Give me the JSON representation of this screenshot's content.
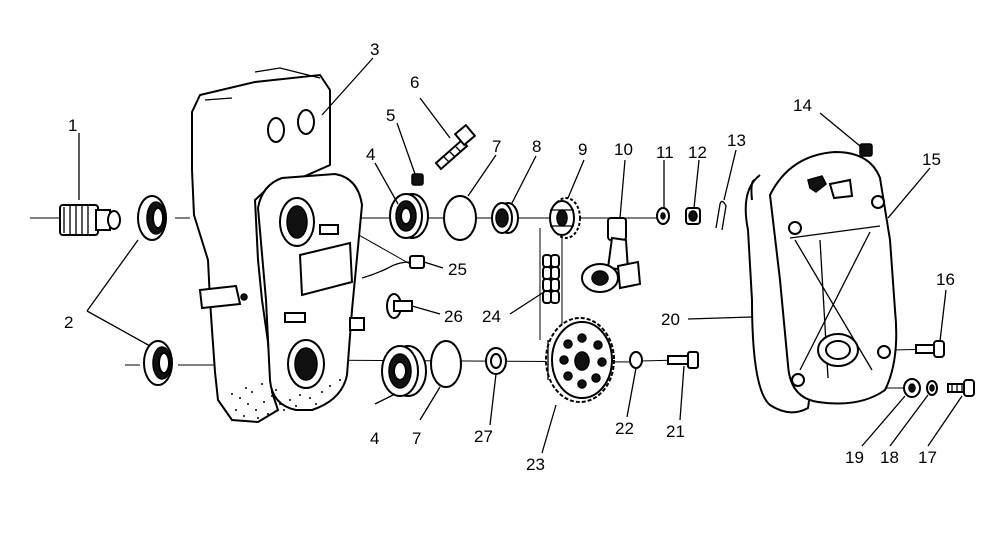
{
  "callouts": {
    "c1": "1",
    "c2": "2",
    "c3": "3",
    "c4a": "4",
    "c4b": "4",
    "c5": "5",
    "c6": "6",
    "c7a": "7",
    "c7b": "7",
    "c8": "8",
    "c9": "9",
    "c10": "10",
    "c11": "11",
    "c12": "12",
    "c13": "13",
    "c14": "14",
    "c15": "15",
    "c16": "16",
    "c17": "17",
    "c18": "18",
    "c19": "19",
    "c20": "20",
    "c21": "21",
    "c22": "22",
    "c23": "23",
    "c24": "24",
    "c25": "25",
    "c26": "26",
    "c27": "27"
  },
  "parts": [
    {
      "ref": "1",
      "icon": "input-shaft-icon"
    },
    {
      "ref": "2",
      "icon": "oil-seal-icon"
    },
    {
      "ref": "3",
      "icon": "chaincase-housing-icon"
    },
    {
      "ref": "4",
      "icon": "bearing-icon"
    },
    {
      "ref": "5",
      "icon": "nut-icon"
    },
    {
      "ref": "6",
      "icon": "bolt-icon"
    },
    {
      "ref": "7",
      "icon": "snap-ring-icon"
    },
    {
      "ref": "8",
      "icon": "bushing-icon"
    },
    {
      "ref": "9",
      "icon": "drive-sprocket-icon"
    },
    {
      "ref": "10",
      "icon": "chain-tensioner-icon"
    },
    {
      "ref": "11",
      "icon": "washer-icon"
    },
    {
      "ref": "12",
      "icon": "nut-icon"
    },
    {
      "ref": "13",
      "icon": "cotter-pin-icon"
    },
    {
      "ref": "14",
      "icon": "plug-icon"
    },
    {
      "ref": "15",
      "icon": "chaincase-cover-icon"
    },
    {
      "ref": "16",
      "icon": "screw-icon"
    },
    {
      "ref": "17",
      "icon": "screw-icon"
    },
    {
      "ref": "18",
      "icon": "lock-washer-icon"
    },
    {
      "ref": "19",
      "icon": "washer-icon"
    },
    {
      "ref": "20",
      "icon": "cover-gasket-icon"
    },
    {
      "ref": "21",
      "icon": "bolt-icon"
    },
    {
      "ref": "22",
      "icon": "washer-icon"
    },
    {
      "ref": "23",
      "icon": "driven-sprocket-icon"
    },
    {
      "ref": "24",
      "icon": "drive-chain-icon"
    },
    {
      "ref": "25",
      "icon": "drain-plug-icon"
    },
    {
      "ref": "26",
      "icon": "dowel-pin-icon"
    },
    {
      "ref": "27",
      "icon": "spacer-icon"
    }
  ]
}
